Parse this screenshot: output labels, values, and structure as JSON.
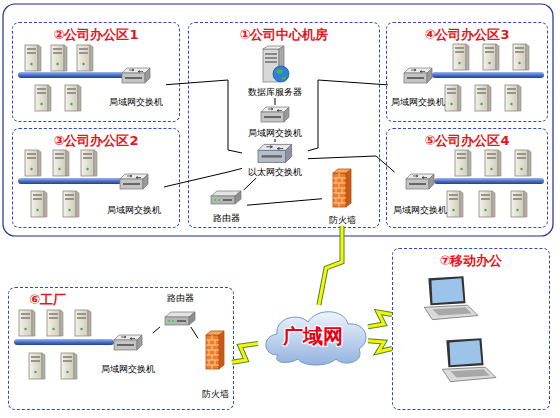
{
  "diagram": {
    "nodes": [
      {
        "text": [
          "②公司办公区1"
        ]
      },
      {
        "text": [
          "局域网交换机"
        ],
        "in": 0
      },
      {
        "text": [
          "①公司中心机房"
        ]
      },
      {
        "text": [
          "数据库服务器"
        ],
        "in": 2
      },
      {
        "text": [
          "局域网交换机"
        ],
        "in": 2
      },
      {
        "text": [
          "以太网交换机"
        ],
        "in": 2
      },
      {
        "text": [
          "路由器"
        ],
        "in": 2
      },
      {
        "text": [
          "防火墙"
        ],
        "in": 2
      },
      {
        "text": [
          "④公司办公区3"
        ]
      },
      {
        "text": [
          "局域网交换机"
        ],
        "in": 8
      },
      {
        "text": [
          "③公司办公区2"
        ]
      },
      {
        "text": [
          "局域网交换机"
        ],
        "in": 10
      },
      {
        "text": [
          "⑤公司办公区4"
        ]
      },
      {
        "text": [
          "局域网交换机"
        ],
        "in": 12
      },
      {
        "text": [
          "⑥工厂"
        ]
      },
      {
        "text": [
          "局域网交换机"
        ],
        "in": 14
      },
      {
        "text": [
          "路由器"
        ],
        "in": 14
      },
      {
        "text": [
          "防火墙"
        ],
        "in": 14
      },
      {
        "text": [
          "广域网"
        ]
      },
      {
        "text": [
          "⑦移动办公"
        ]
      }
    ],
    "edges": [
      {
        "from": 1,
        "to": 5,
        "arrow": "none"
      },
      {
        "from": 9,
        "to": 5,
        "arrow": "none"
      },
      {
        "from": 11,
        "to": 5,
        "arrow": "none"
      },
      {
        "from": 13,
        "to": 5,
        "arrow": "none"
      },
      {
        "from": 3,
        "to": 4,
        "arrow": "none"
      },
      {
        "from": 4,
        "to": 5,
        "arrow": "none"
      },
      {
        "from": 5,
        "to": 6,
        "arrow": "none"
      },
      {
        "from": 6,
        "to": 7,
        "arrow": "none"
      },
      {
        "from": 7,
        "to": 18,
        "arrow": "none"
      },
      {
        "from": 15,
        "to": 16,
        "arrow": "none"
      },
      {
        "from": 16,
        "to": 17,
        "arrow": "none"
      },
      {
        "from": 17,
        "to": 18,
        "arrow": "none"
      },
      {
        "from": 18,
        "to": 19,
        "arrow": "none"
      },
      {
        "from": 18,
        "to": 19,
        "arrow": "none"
      }
    ]
  }
}
